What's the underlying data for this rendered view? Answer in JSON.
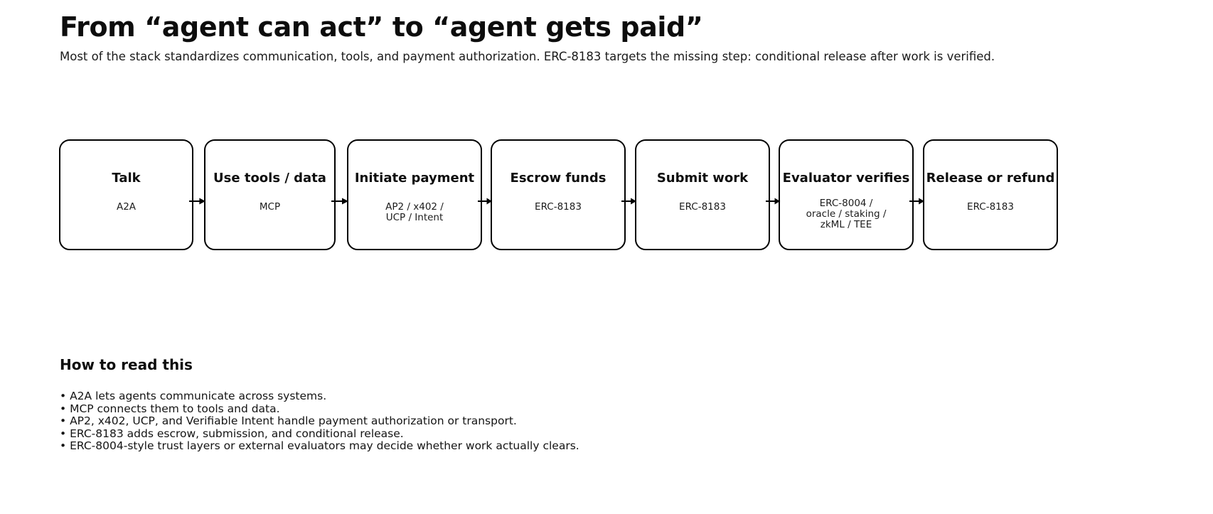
{
  "header": {
    "title": "From “agent can act” to “agent gets paid”",
    "subtitle": "Most of the stack standardizes communication, tools, and payment authorization. ERC-8183 targets the missing step: conditional release after work is verified."
  },
  "flow": {
    "arrow_icon": "arrow-right-icon",
    "steps": [
      {
        "title": "Talk",
        "sub": "A2A"
      },
      {
        "title": "Use tools / data",
        "sub": "MCP"
      },
      {
        "title": "Initiate payment",
        "sub": "AP2 / x402 /\nUCP / Intent"
      },
      {
        "title": "Escrow funds",
        "sub": "ERC-8183"
      },
      {
        "title": "Submit work",
        "sub": "ERC-8183"
      },
      {
        "title": "Evaluator verifies",
        "sub": "ERC-8004 /\noracle / staking /\nzkML / TEE"
      },
      {
        "title": "Release or refund",
        "sub": "ERC-8183"
      }
    ]
  },
  "notes": {
    "heading": "How to read this",
    "items": [
      "• A2A lets agents communicate across systems.",
      "• MCP connects them to tools and data.",
      "• AP2, x402, UCP, and Verifiable Intent handle payment authorization or transport.",
      "• ERC-8183 adds escrow, submission, and conditional release.",
      "• ERC-8004-style trust layers or external evaluators may decide whether work actually clears."
    ]
  },
  "colors": {
    "background": "#ffffff",
    "text": "#111111",
    "box_border": "#000000"
  }
}
